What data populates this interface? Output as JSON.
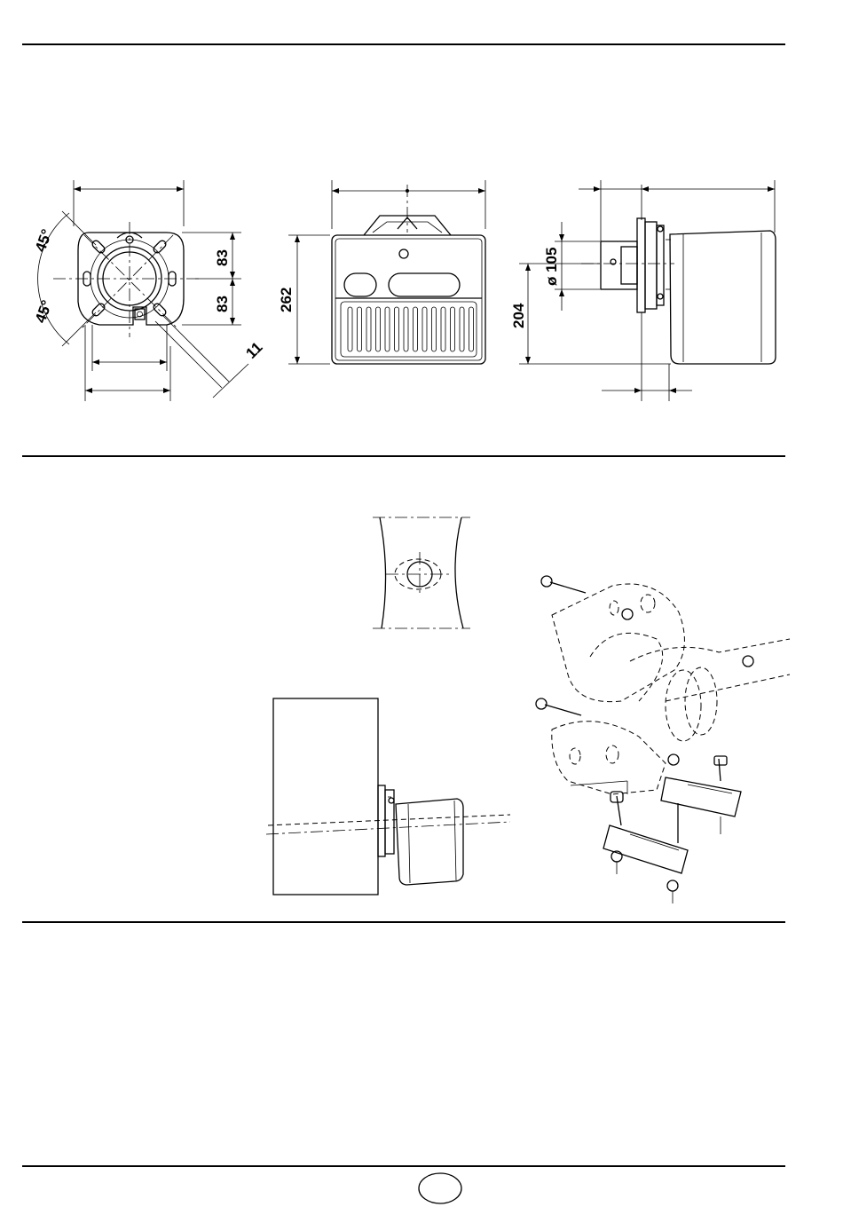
{
  "page": {
    "page_number": ""
  },
  "dimensions": {
    "top_flange_half_a": "83",
    "top_flange_half_b": "83",
    "angle_upper": "45°",
    "angle_lower": "45°",
    "slot_width": "11",
    "burner_height": "262",
    "axis_height": "204",
    "tube_diameter": "ø 105"
  },
  "colors": {
    "line": "#000000",
    "background": "#ffffff"
  }
}
